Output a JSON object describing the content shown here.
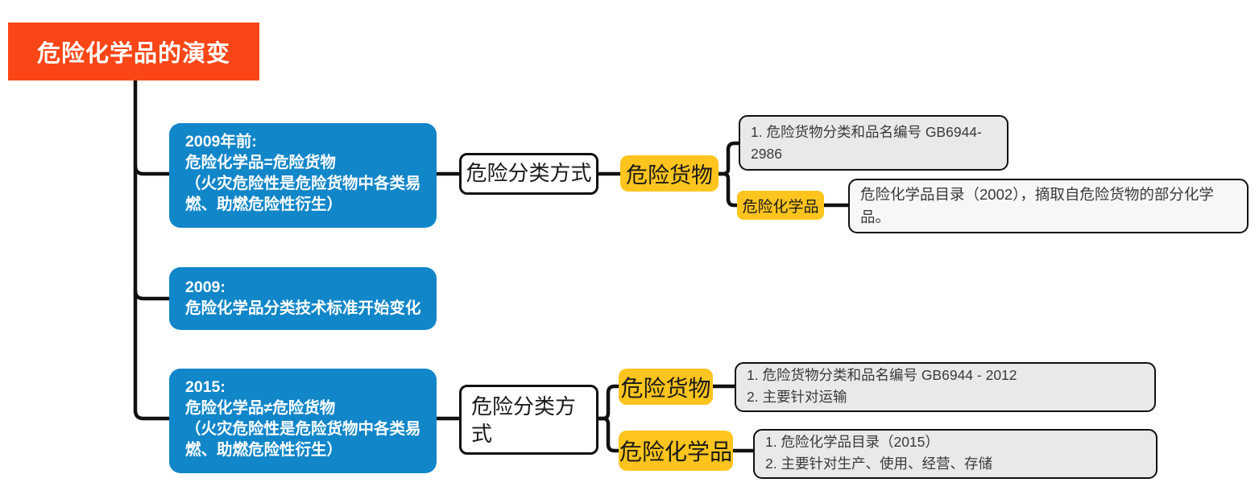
{
  "colors": {
    "root-bg": "#FA4616",
    "timeline-bg": "#1186C9",
    "tag-bg": "#FFC41E",
    "line-color": "#111111",
    "note-bg": "#E9E9E9",
    "note-light-bg": "#F7F7F7"
  },
  "root": {
    "title": "危险化学品的演变"
  },
  "timeline": {
    "pre2009": {
      "line1": "2009年前:",
      "line2": "危险化学品=危险货物",
      "line3": "（火灾危险性是危险货物中各类易燃、助燃危险性衍生）"
    },
    "y2009": {
      "line1": "2009:",
      "line2": "危险化学品分类技术标准开始变化"
    },
    "y2015": {
      "line1": "2015:",
      "line2": "危险化学品≠危险货物",
      "line3": "（火灾危险性是危险货物中各类易燃、助燃危险性衍生）"
    }
  },
  "branch_pre2009": {
    "classification": "危险分类方式",
    "cargo": "危险货物",
    "cargo_note": "1. 危险货物分类和品名编号 GB6944-2986",
    "chemical": "危险化学品",
    "chemical_note": "危险化学品目录（2002），摘取自危险货物的部分化学品。"
  },
  "branch_2015": {
    "classification": "危险分类方式",
    "cargo": "危险货物",
    "cargo_note_line1": "1. 危险货物分类和品名编号 GB6944 - 2012",
    "cargo_note_line2": "2. 主要针对运输",
    "chemical": "危险化学品",
    "chemical_note_line1": "1. 危险化学品目录（2015）",
    "chemical_note_line2": "2. 主要针对生产、使用、经营、存储"
  }
}
